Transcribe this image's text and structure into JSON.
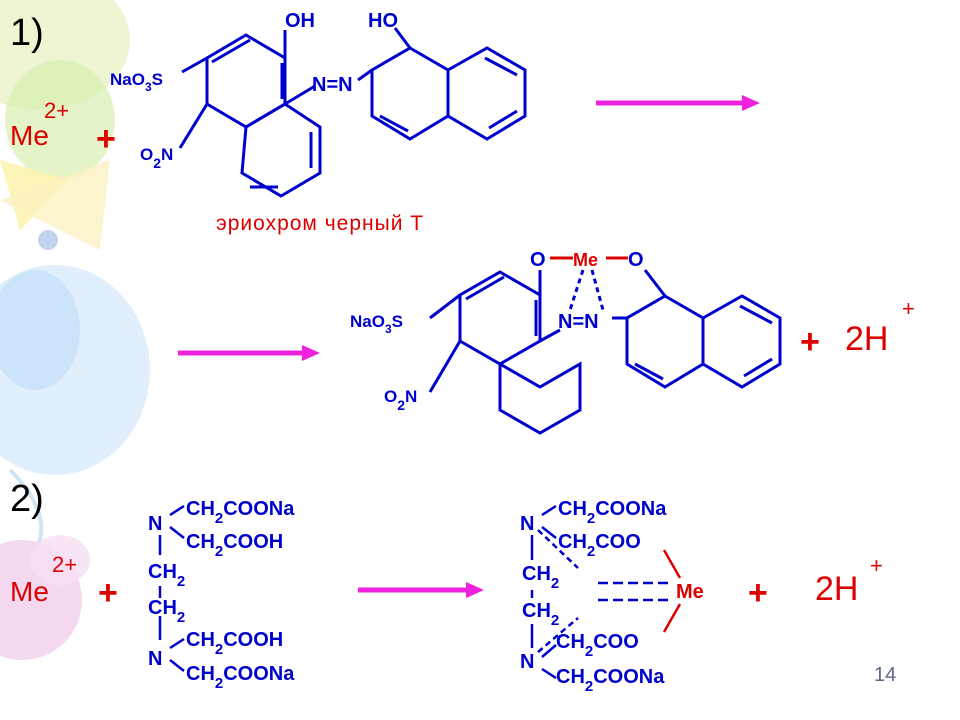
{
  "colors": {
    "structure": "#0000cc",
    "ion": "#dd0000",
    "arrow": "#ee22dd",
    "text": "#000000"
  },
  "step1": {
    "number": "1)",
    "metal": "Me",
    "metal_charge": "2+",
    "plus": "+",
    "reagent_name": "эриохром черный Т",
    "product_plus": "+",
    "product_ion": "2H",
    "product_charge": "+"
  },
  "step2": {
    "number": "2)",
    "metal": "Me",
    "metal_charge": "2+",
    "plus": "+",
    "product_plus": "+",
    "product_ion": "2H",
    "product_charge": "+"
  },
  "labels": {
    "oh": "OH",
    "ho": "HO",
    "azo": "N=N",
    "o": "O",
    "me": "Me",
    "naso3s_a": "NaO",
    "naso3s_sub": "3",
    "naso3s_b": "S",
    "o2n_a": "O",
    "o2n_sub": "2",
    "o2n_b": "N",
    "n": "N",
    "ch": "CH",
    "sub2": "2",
    "coona": "COONa",
    "cooh": "COOH",
    "coo": "COO"
  },
  "page_number": "14"
}
